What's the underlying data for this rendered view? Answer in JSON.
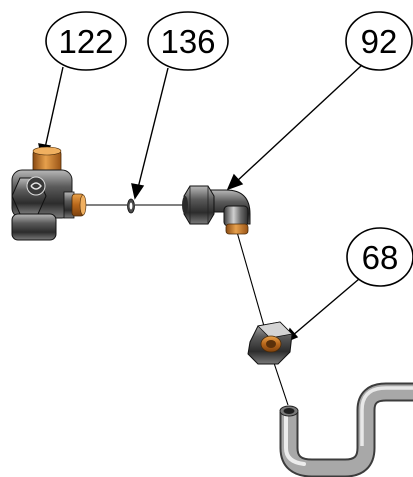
{
  "callouts": {
    "c122": "122",
    "c136": "136",
    "c92": "92",
    "c68": "68"
  },
  "colors": {
    "brass": "#c87a1e",
    "metal": "#6e6e6e",
    "tube": "#9a9a9a",
    "line": "#000000"
  }
}
